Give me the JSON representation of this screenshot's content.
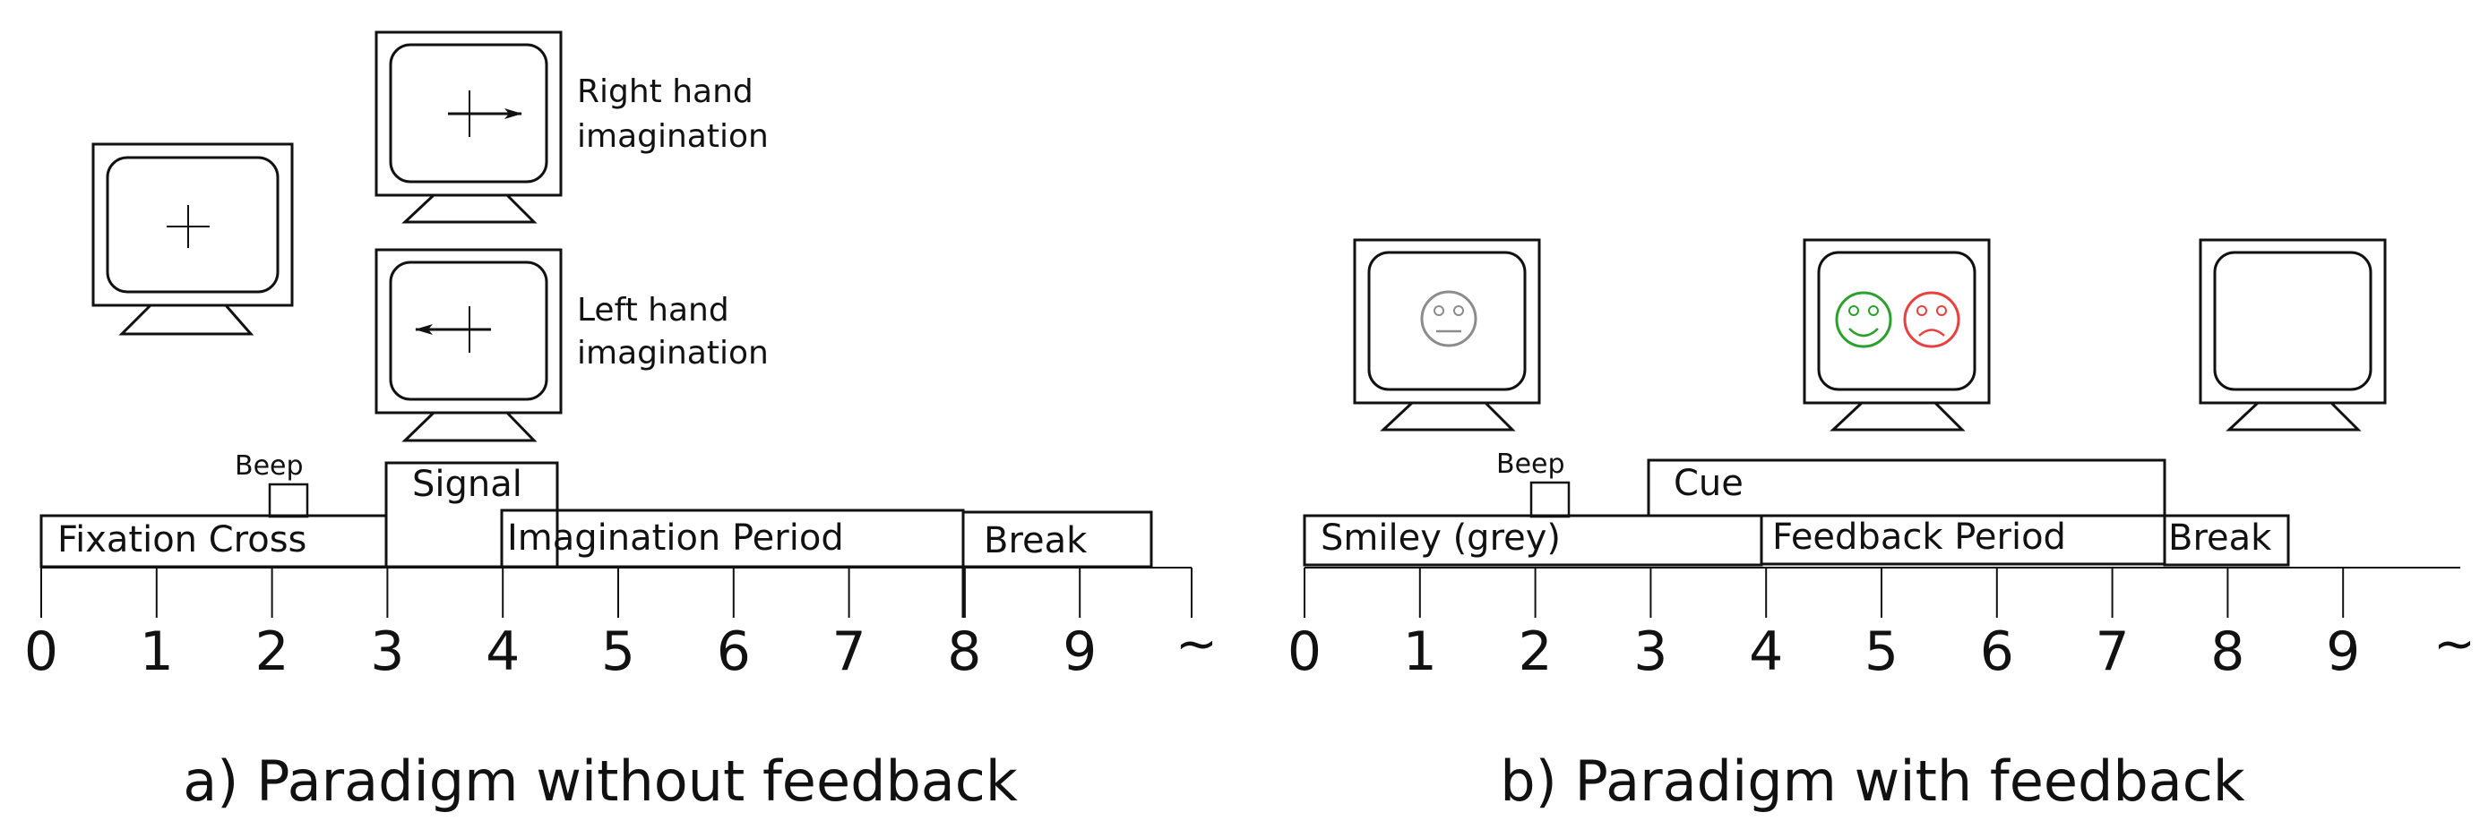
{
  "panel_a": {
    "caption": "a) Paradigm without feedback",
    "beep_label": "Beep",
    "right_hand_label": [
      "Right hand",
      "imagination"
    ],
    "left_hand_label": [
      "Left hand",
      "imagination"
    ],
    "phases": {
      "fixation": "Fixation Cross",
      "signal": "Signal",
      "imagination": "Imagination Period",
      "break": "Break"
    },
    "ticks": [
      "0",
      "1",
      "2",
      "3",
      "4",
      "5",
      "6",
      "7",
      "8",
      "9"
    ],
    "tilde": "~",
    "screens": [
      {
        "content": "fixation-cross"
      },
      {
        "content": "arrow-right"
      },
      {
        "content": "arrow-left"
      }
    ]
  },
  "panel_b": {
    "caption": "b) Paradigm with feedback",
    "beep_label": "Beep",
    "phases": {
      "smiley": "Smiley (grey)",
      "cue": "Cue",
      "feedback": "Feedback Period",
      "break": "Break"
    },
    "ticks": [
      "0",
      "1",
      "2",
      "3",
      "4",
      "5",
      "6",
      "7",
      "8",
      "9"
    ],
    "tilde": "~",
    "screens": [
      {
        "content": "neutral-face"
      },
      {
        "content": "happy-and-sad-face"
      },
      {
        "content": "blank"
      }
    ],
    "colors": {
      "neutral": "#8c8c8c",
      "happy": "#2ca02c",
      "sad": "#e8403f"
    }
  }
}
